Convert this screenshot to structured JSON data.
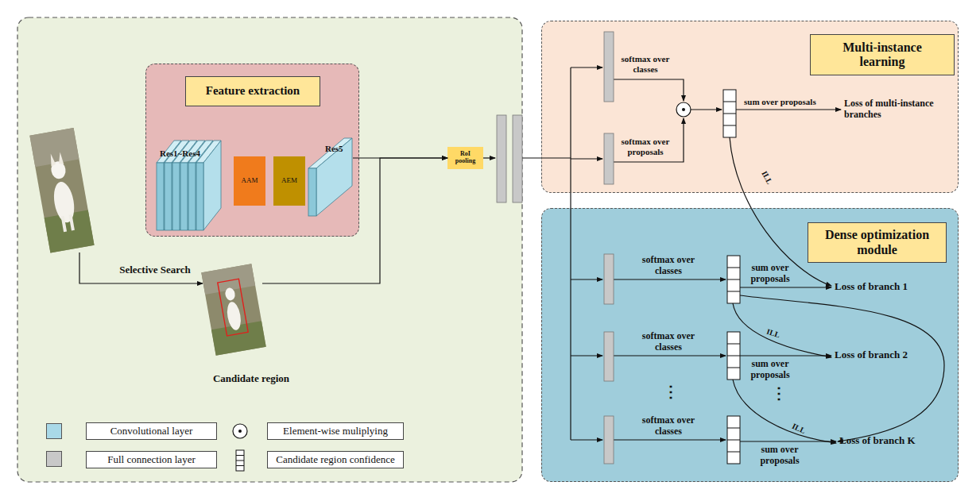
{
  "diagram": {
    "nodes": [
      {
        "text": [
          "Feature extraction"
        ]
      },
      {
        "text": [
          "Res1~Res4"
        ],
        "in": 0
      },
      {
        "text": [
          "AAM"
        ],
        "in": 0
      },
      {
        "text": [
          "AEM"
        ],
        "in": 0
      },
      {
        "text": [
          "Res5"
        ],
        "in": 0
      },
      {
        "text": [
          "Candidate region"
        ]
      },
      {
        "text": [
          "RoI pooling"
        ]
      },
      {
        "text": [
          "Multi-instance learning"
        ]
      },
      {
        "text": [
          "Dense optimization module"
        ]
      }
    ],
    "edges": [
      {
        "from": 4,
        "to": 6,
        "arrow": "to"
      },
      {
        "from": 5,
        "to": 6,
        "arrow": "to"
      }
    ],
    "labels": [
      "Selective Search",
      "softmax over classes",
      "softmax over proposals",
      "sum over proposals",
      "Loss of multi-instance branches",
      "ILL",
      "softmax over classes",
      "sum over proposals",
      "Loss of branch 1",
      "ILL",
      "softmax over classes",
      "sum over proposals",
      "Loss of branch 2",
      "⋮",
      "⋮",
      "softmax over classes",
      "ILL",
      "sum over proposals",
      "Loss of branch K"
    ],
    "legend": [
      {
        "text": "Convolutional layer",
        "color": "#a9d9e8"
      },
      {
        "text": "Element-wise muliplying"
      },
      {
        "text": "Full connection layer",
        "color": "#c8c8c8"
      },
      {
        "text": "Candidate region confidence"
      }
    ]
  }
}
